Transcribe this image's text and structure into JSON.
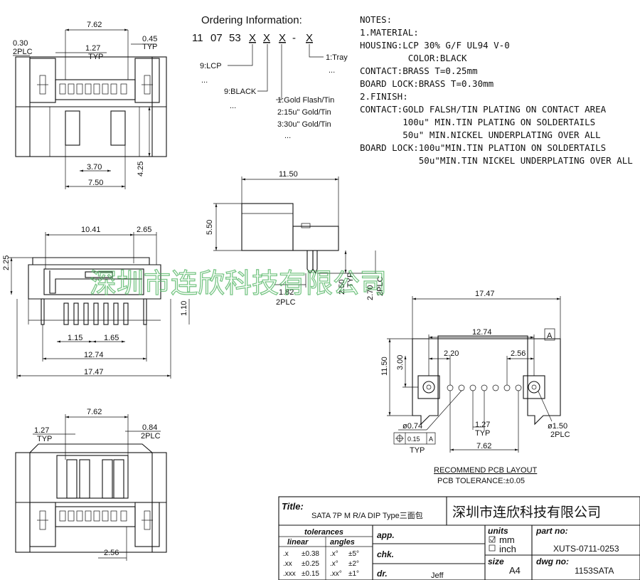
{
  "ordering": {
    "title": "Ordering Information:",
    "code_parts": [
      "11",
      "07",
      "53",
      "X",
      "X",
      "X",
      "-",
      "X"
    ],
    "opt_material": "9:LCP",
    "opt_color": "9:BLACK",
    "opt_plating": [
      "1:Gold Flash/Tin",
      "2:15u\" Gold/Tin",
      "3:30u\" Gold/Tin"
    ],
    "opt_pack": "1:Tray",
    "ellipsis": "..."
  },
  "notes": {
    "lines": [
      "NOTES:",
      "1.MATERIAL:",
      "HOUSING:LCP 30% G/F UL94 V-0",
      "         COLOR:BLACK",
      "CONTACT:BRASS T=0.25mm",
      "BOARD LOCK:BRASS T=0.30mm",
      "2.FINISH:",
      "CONTACT:GOLD FALSH/TIN PLATING ON CONTACT AREA",
      "        100u\" MIN.TIN PLATING ON SOLDERTAILS",
      "        50u\" MIN.NICKEL UNDERPLATING OVER ALL",
      "BOARD LOCK:100u\"MIN.TIN PLATION ON SOLDERTAILS",
      "           50u\"MIN.TIN NICKEL UNDERPLATING OVER ALL"
    ]
  },
  "dims": {
    "top": {
      "d1": "7.62",
      "d2": "0.30",
      "d2b": "2PLC",
      "d3": "1.27",
      "d3b": "TYP",
      "d4": "0.45",
      "d4b": "TYP",
      "d5": "3.70",
      "d6": "7.50",
      "d7": "4.25"
    },
    "side": {
      "d1": "11.50",
      "d2": "5.50",
      "d3": "1.82",
      "d3b": "2PLC",
      "d4": "2.50",
      "d4b": "TYP",
      "d5": "2.70",
      "d5b": "2PLC"
    },
    "front": {
      "d1": "10.41",
      "d2": "2.65",
      "d3": "2.25",
      "d4": "1.10",
      "d5": "1.15",
      "d6": "1.65",
      "d7": "12.74",
      "d8": "17.47"
    },
    "bottom": {
      "d1": "7.62",
      "d2": "1.27",
      "d2b": "TYP",
      "d3": "0.84",
      "d3b": "2PLC",
      "d4": "2.56"
    },
    "pcb": {
      "d1": "17.47",
      "d2": "12.74",
      "datum": "A",
      "d3": "2.20",
      "d4": "2.56",
      "d5": "11.50",
      "d6": "3.00",
      "d7": "ø0.74",
      "d8": "1.27",
      "d8b": "TYP",
      "d9": "7.62",
      "d10": "ø1.50",
      "d10b": "2PLC",
      "gdt_tol": "0.15",
      "gdt_ref": "A",
      "gdt_typ": "TYP"
    }
  },
  "pcb_layout": {
    "title": "RECOMMEND PCB LAYOUT",
    "tolerance": "PCB TOLERANCE:±0.05"
  },
  "watermark": "深圳市连欣科技有限公司",
  "title_block": {
    "title_label": "Title:",
    "title_value": "SATA 7P M R/A DIP Type三面包",
    "company": "深圳市连欣科技有限公司",
    "tolerances_label": "tolerances",
    "linear_label": "linear",
    "angles_label": "angles",
    "linear_rows": [
      [
        ".x",
        "±0.38"
      ],
      [
        ".xx",
        "±0.25"
      ],
      [
        ".xxx",
        "±0.15"
      ]
    ],
    "angle_rows": [
      [
        ".x°",
        "±5°"
      ],
      [
        ".x°",
        "±2°"
      ],
      [
        ".xx°",
        "±1°"
      ]
    ],
    "app_label": "app.",
    "chk_label": "chk.",
    "dr_label": "dr.",
    "dr_value": "Jeff",
    "units_label": "units",
    "unit_mm": "mm",
    "unit_inch": "inch",
    "size_label": "size",
    "size_value": "A4",
    "part_label": "part no:",
    "part_value": "XUTS-0711-0253",
    "dwg_label": "dwg no:",
    "dwg_value": "1153SATA"
  }
}
